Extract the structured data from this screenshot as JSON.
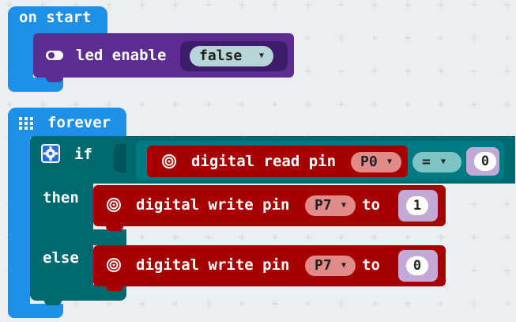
{
  "on_start": {
    "label": "on start",
    "led_block": {
      "label": "led enable",
      "value": "false"
    }
  },
  "forever": {
    "label": "forever",
    "if_block": {
      "if_label": "if",
      "then_label": "then",
      "else_label": "else",
      "condition": {
        "read_label": "digital read pin",
        "read_pin": "P0",
        "operator": "=",
        "compare_value": "0"
      },
      "then_action": {
        "label": "digital write pin",
        "pin": "P7",
        "to_label": "to",
        "value": "1"
      },
      "else_action": {
        "label": "digital write pin",
        "pin": "P7",
        "to_label": "to",
        "value": "0"
      }
    }
  },
  "colors": {
    "workspace": "#eceff1",
    "event_blue": "#1e90e8",
    "led_purple": "#5c2d91",
    "logic_teal": "#006970",
    "pins_red": "#a80000"
  },
  "icons": {
    "toggle": "toggle-icon",
    "grid": "grid-icon",
    "gear": "gear-icon",
    "pin": "pin-target-icon",
    "dropdown": "triangle-down-icon"
  }
}
